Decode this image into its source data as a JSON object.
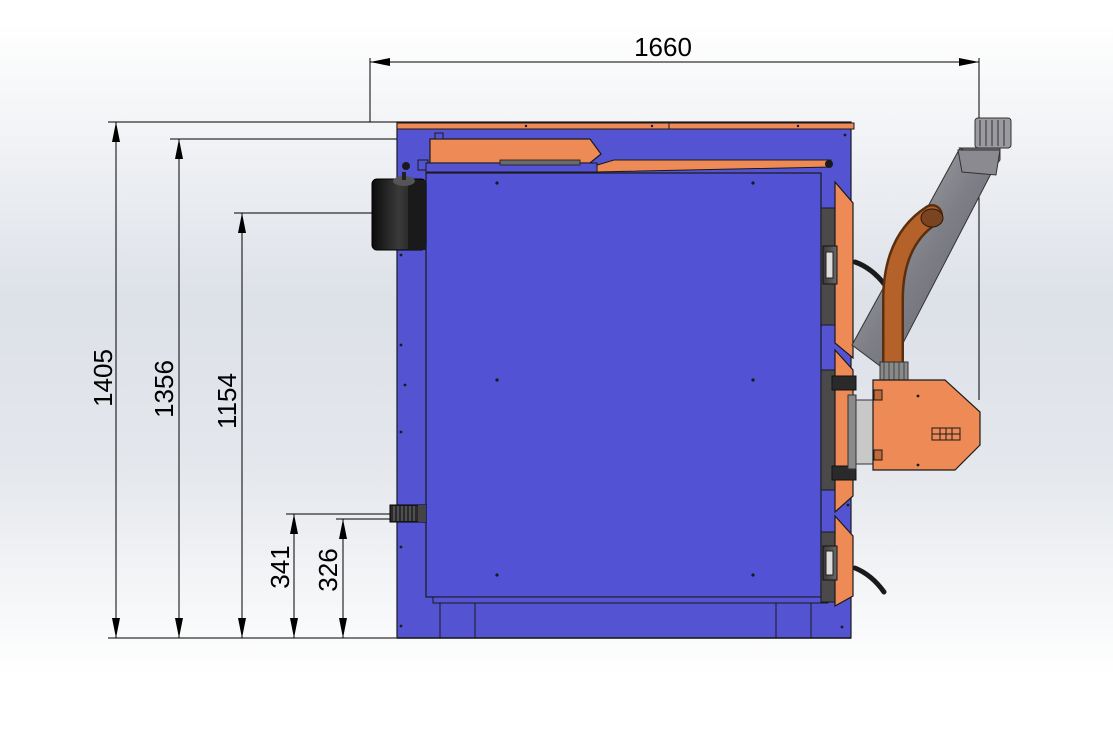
{
  "colors": {
    "body_blue": "#5454d2",
    "panel_blue": "#5252d4",
    "accent_orange": "#ee8a55",
    "dark": "#1f1f1f",
    "pipe_gray": "#8c8c94",
    "flex_tube": "#b4612a"
  },
  "drawing": {
    "dimensions": {
      "overall_width": "1660",
      "overall_height": "1405",
      "top_outlet_height": "1356",
      "flue_height": "1154",
      "lower_pipe_height": "341",
      "return_height": "326"
    }
  }
}
